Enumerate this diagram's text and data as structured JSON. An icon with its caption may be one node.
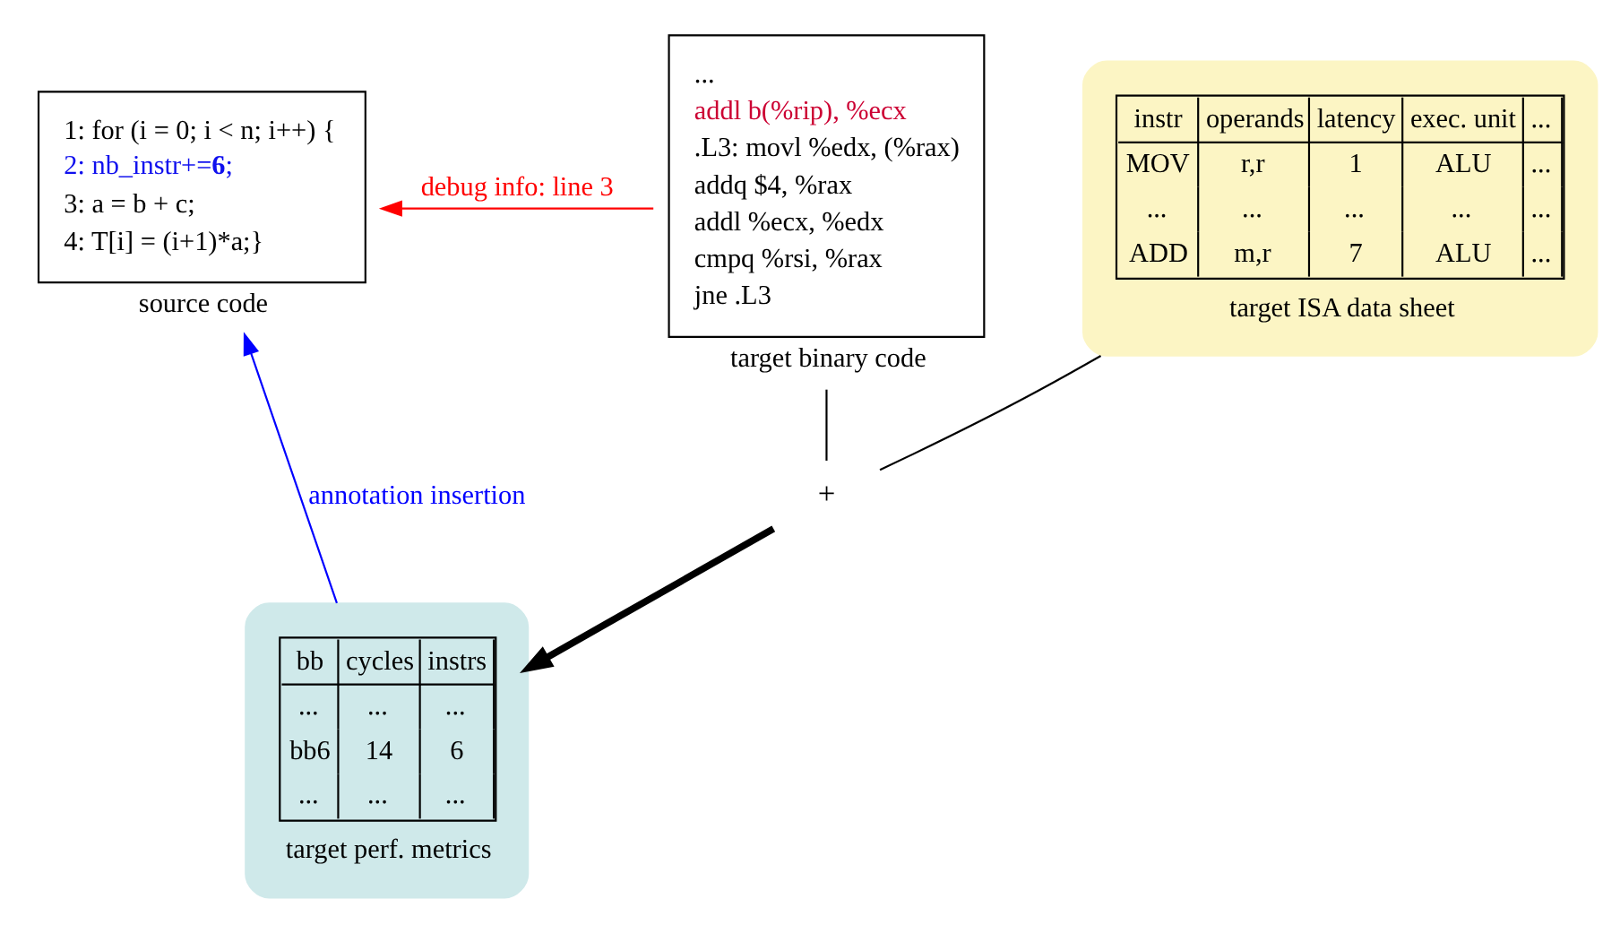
{
  "diagram": {
    "nodes": [
      {
        "text": [
          "1: for (i = 0; i < n; i++) {",
          "2: nb_instr+=**6**;",
          "3: a = b + c;",
          "4: T[i] = (i+1)*a;}"
        ],
        "beside": [
          "source code"
        ]
      },
      {
        "text": [
          "...",
          "addl b(%rip), %ecx",
          ".L3: movl %edx, (%rax)",
          "addq $4, %rax",
          "addl %ecx, %edx",
          "cmpq %rsi, %rax",
          "jne .L3"
        ],
        "beside": [
          "target binary code"
        ]
      },
      {
        "text": [
          "target perf. metrics"
        ]
      },
      {
        "text": [
          "target ISA data sheet"
        ]
      },
      {
        "text": [
          "+"
        ]
      }
    ],
    "edges": [
      {
        "from": 1,
        "to": 0,
        "arrow": "to",
        "label": "debug info: line 3",
        "color": "#ff0000"
      },
      {
        "from": 2,
        "to": 0,
        "arrow": "to",
        "label": "annotation insertion",
        "color": "#0000ff"
      },
      {
        "from": 1,
        "to": 4,
        "arrow": "none",
        "color": "#000000"
      },
      {
        "from": 3,
        "to": 4,
        "arrow": "none",
        "color": "#000000"
      },
      {
        "from": 4,
        "to": 2,
        "arrow": "to",
        "style": "thick",
        "color": "#000000"
      }
    ],
    "labels": [
      "bb",
      "cycles",
      "instrs",
      "...",
      "...",
      "...",
      "bb6",
      "14",
      "6",
      "...",
      "...",
      "...",
      "instr",
      "operands",
      "latency",
      "exec. unit",
      "...",
      "MOV",
      "r,r",
      "1",
      "ALU",
      "...",
      "...",
      "...",
      "...",
      "...",
      "...",
      "ADD",
      "m,r",
      "7",
      "ALU",
      "..."
    ]
  }
}
